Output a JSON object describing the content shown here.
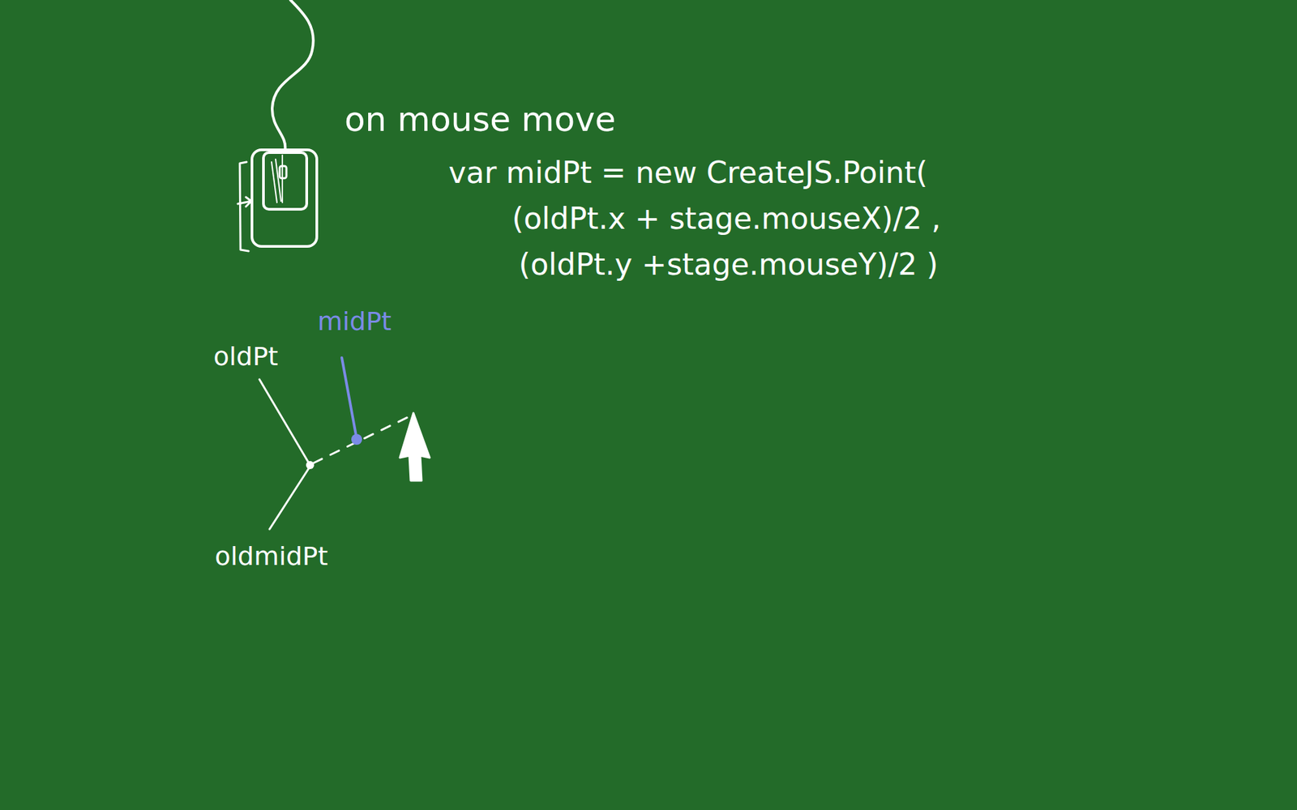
{
  "diagram": {
    "labels": [
      "on mouse move",
      "var midPt = new CreateJS.Point(",
      "(oldPt.x + stage.mouseX)/2 ,",
      "(oldPt.y +stage.mouseY)/2 )",
      "midPt",
      "oldPt",
      "oldmidPt"
    ]
  }
}
